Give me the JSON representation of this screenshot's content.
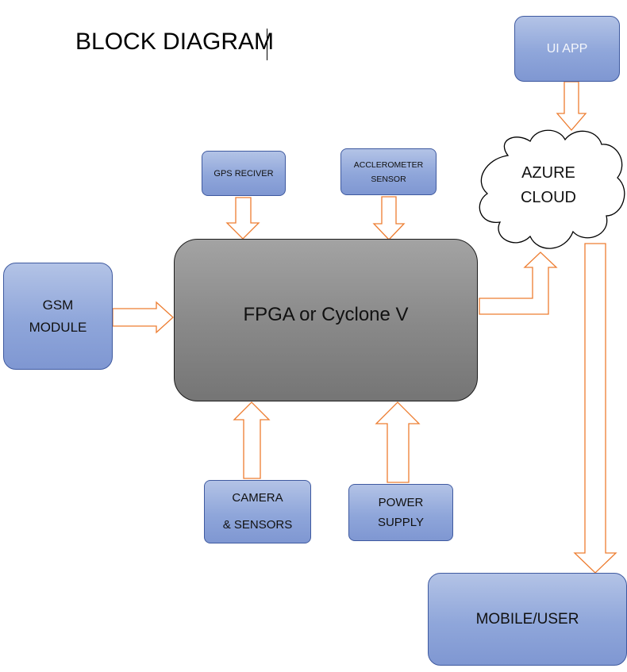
{
  "title": "BLOCK DIAGRAM",
  "blocks": {
    "ui_app": "UI APP",
    "azure_cloud": "AZURE\nCLOUD",
    "gps": "GPS RECIVER",
    "accelerometer": "ACCLEROMETER\nSENSOR",
    "gsm": "GSM\nMODULE",
    "fpga": "FPGA or Cyclone V",
    "camera": "CAMERA\n& SENSORS",
    "power": "POWER\nSUPPLY",
    "mobile": "MOBILE/USER"
  },
  "colors": {
    "block_fill": "#9aafe0",
    "block_border": "#3f5aa0",
    "processor_fill": "#8a8a8a",
    "arrow_stroke": "#ed7d31",
    "cloud_stroke": "#000000"
  }
}
